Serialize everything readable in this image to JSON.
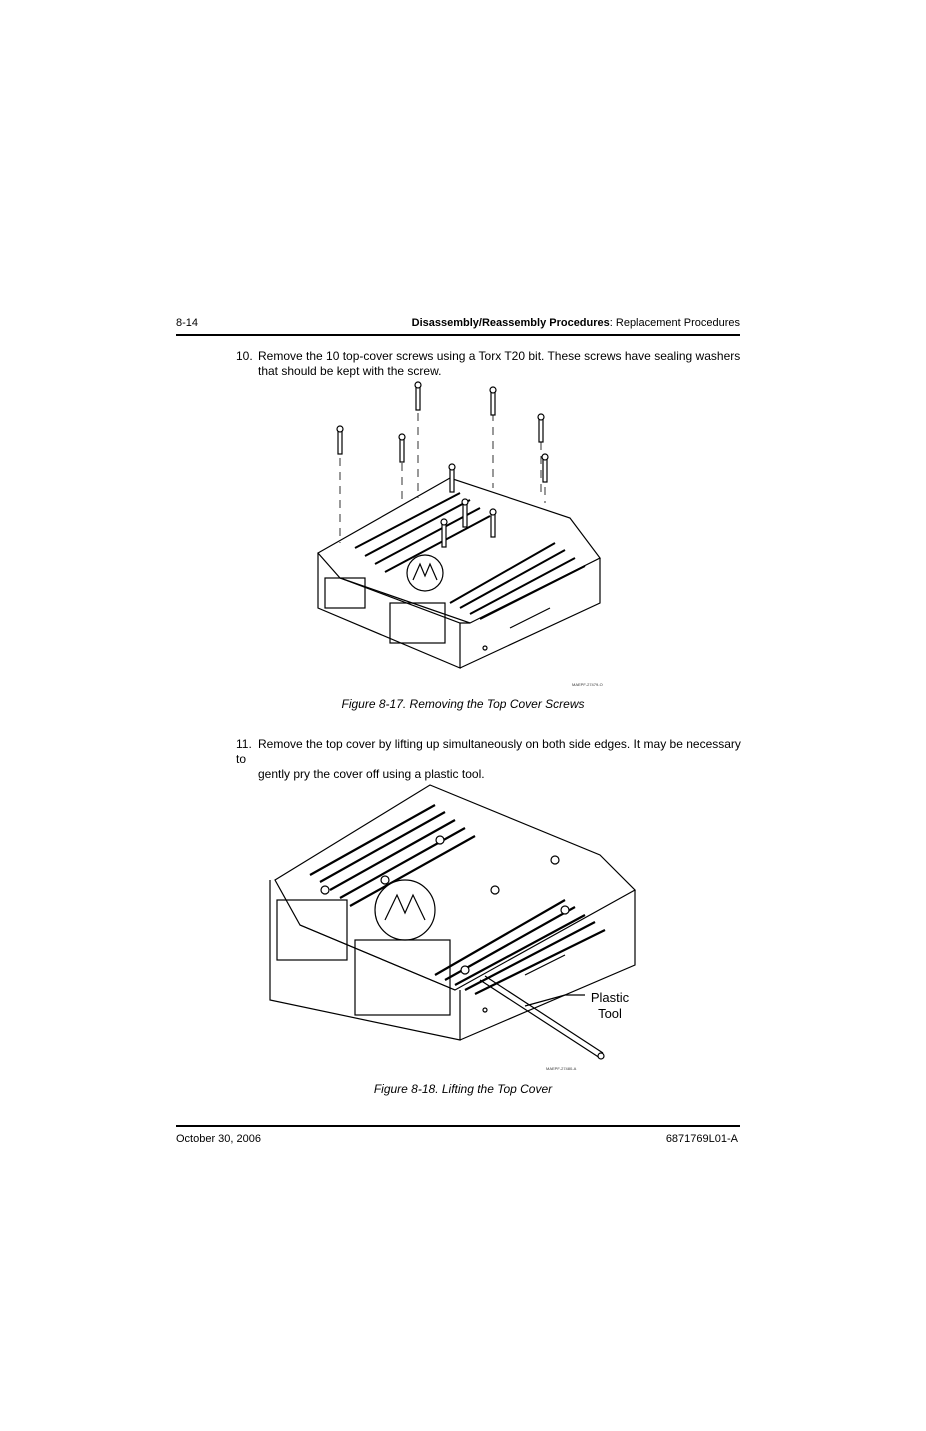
{
  "header": {
    "page_number": "8-14",
    "section_bold": "Disassembly/Reassembly Procedures",
    "section_rest": ": Replacement Procedures"
  },
  "steps": [
    {
      "number": "10.",
      "line1": "Remove the 10 top-cover screws using a Torx T20 bit. These screws have sealing washers",
      "line2": "that should be kept with the screw."
    },
    {
      "number": "11.",
      "line1": "Remove the top cover by lifting up simultaneously on both side edges. It may be necessary to",
      "line2": "gently pry the cover off using a plastic tool."
    }
  ],
  "figures": [
    {
      "caption": "Figure 8-17.  Removing the Top Cover Screws",
      "tag": "MAEPF-27479-O"
    },
    {
      "caption": "Figure 8-18.  Lifting the Top Cover",
      "tag": "MAEPF-27480-A",
      "callout_line1": "Plastic",
      "callout_line2": "Tool"
    }
  ],
  "footer": {
    "date": "October 30, 2006",
    "doc_number": "6871769L01-A"
  }
}
